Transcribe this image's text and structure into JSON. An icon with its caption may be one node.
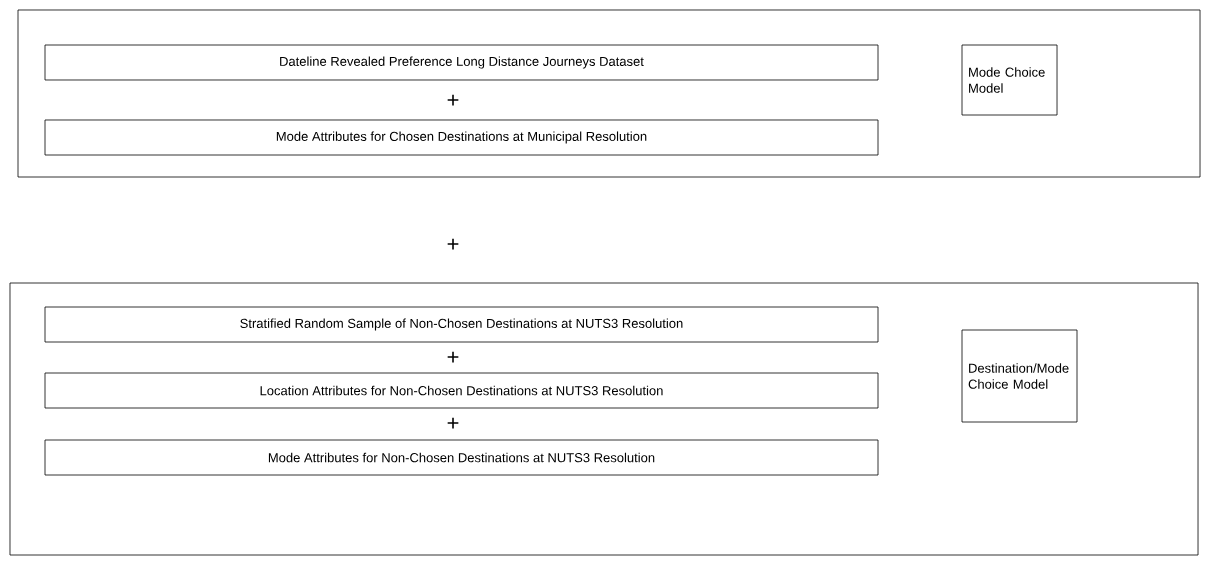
{
  "diagram": {
    "nodes": [
      {
        "text": [],
        "shape": "box"
      },
      {
        "text": [
          "Dateline Revealed Preference Long Distance Journeys Dataset"
        ],
        "in": 0
      },
      {
        "text": [
          "Mode Attributes for Chosen Destinations at Municipal Resolution"
        ],
        "in": 0
      },
      {
        "text": [
          "Mode Choice Model"
        ],
        "in": 0
      },
      {
        "text": [],
        "shape": "box"
      },
      {
        "text": [
          "Stratified Random Sample of Non-Chosen Destinations at NUTS3 Resolution"
        ],
        "in": 4
      },
      {
        "text": [
          "Location Attributes for Non-Chosen Destinations at NUTS3 Resolution"
        ],
        "in": 4
      },
      {
        "text": [
          "Mode Attributes for Non-Chosen Destinations at NUTS3 Resolution"
        ],
        "in": 4
      },
      {
        "text": [
          "Destination/Mode Choice Model"
        ],
        "in": 4
      }
    ],
    "edges": [],
    "labels": [
      "+",
      "+",
      "+",
      "+"
    ]
  }
}
